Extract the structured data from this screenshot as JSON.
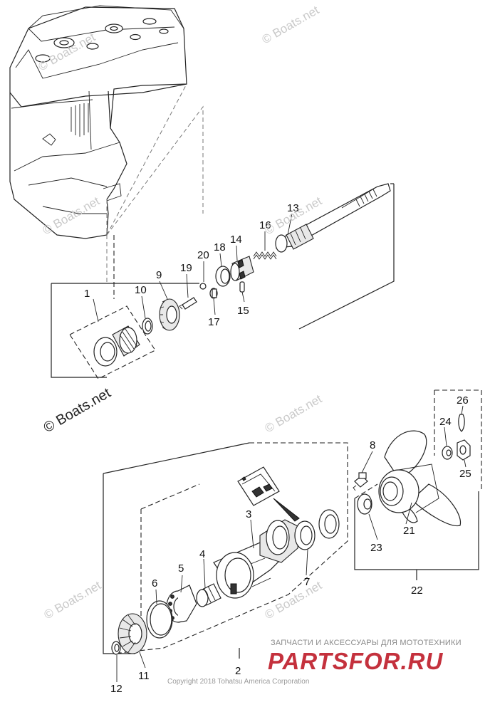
{
  "diagram": {
    "part_numbers": [
      "1",
      "2",
      "3",
      "4",
      "5",
      "6",
      "7",
      "8",
      "9",
      "10",
      "11",
      "12",
      "13",
      "14",
      "15",
      "16",
      "17",
      "18",
      "19",
      "20",
      "21",
      "22",
      "23",
      "24",
      "25",
      "26"
    ],
    "watermark_text": "© Boats.net",
    "copyright": "Copyright 2018 Tohatsu America Corporation",
    "shop_caption": "ЗАПЧАСТИ И АКСЕССУАРЫ ДЛЯ МОТОТЕХНИКИ",
    "shop_brand": "PARTSFOR.RU"
  },
  "colors": {
    "line": "#222222",
    "watermark": "#c9c9c9",
    "brand_red": "#c4313d",
    "caption_gray": "#8a8a8a"
  }
}
